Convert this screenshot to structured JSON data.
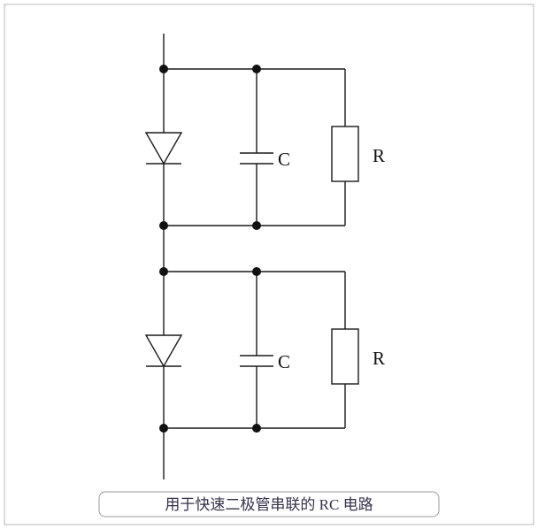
{
  "figure": {
    "caption": "用于快速二极管串联的 RC 电路"
  },
  "circuits": [
    {
      "capacitor_label": "C",
      "resistor_label": "R"
    },
    {
      "capacitor_label": "C",
      "resistor_label": "R"
    }
  ],
  "colors": {
    "line": "#1a1a1a",
    "dot": "#111111",
    "frame_border": "#b8b8b8",
    "caption_border": "#9a9a9a",
    "caption_text": "#33334a",
    "background": "#ffffff"
  }
}
